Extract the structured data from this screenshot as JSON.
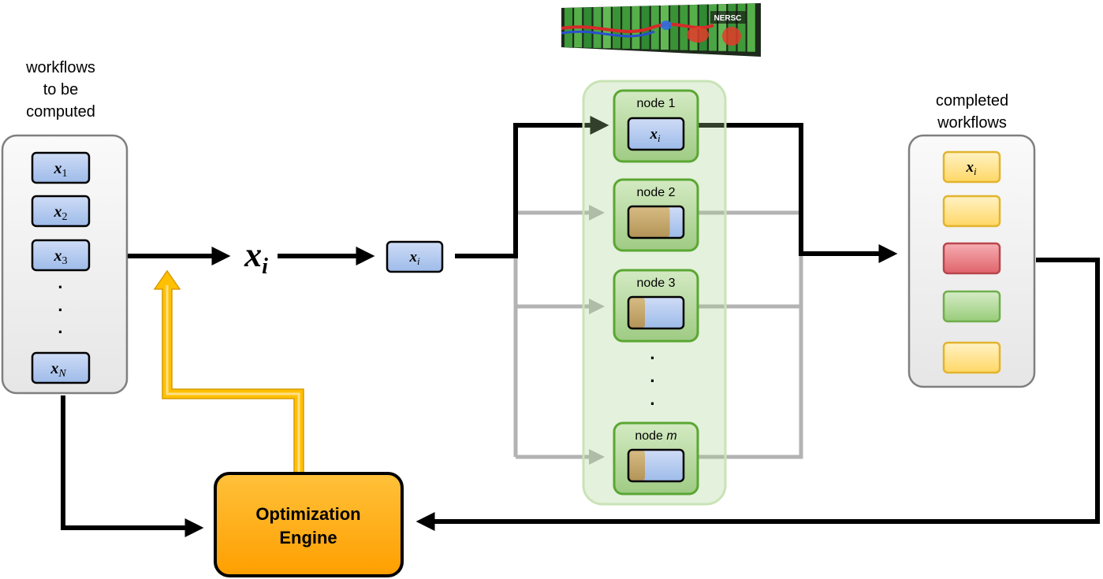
{
  "queue": {
    "title_lines": [
      "workflows",
      "to be",
      "computed"
    ],
    "items": [
      {
        "base": "x",
        "sub": "1"
      },
      {
        "base": "x",
        "sub": "2"
      },
      {
        "base": "x",
        "sub": "3"
      },
      {
        "base": "x",
        "sub": "N"
      }
    ],
    "ellipsis": [
      "·",
      "·",
      "·"
    ]
  },
  "flow": {
    "selected_big": {
      "base": "x",
      "sub": "i"
    },
    "selected_small": {
      "base": "x",
      "sub": "i"
    }
  },
  "cluster": {
    "banner_text": "NERSC",
    "nodes": [
      {
        "label": "node 1",
        "label_italic": "",
        "task": {
          "base": "x",
          "sub": "i"
        },
        "progress": 0
      },
      {
        "label": "node 2",
        "label_italic": "",
        "task": null,
        "progress": 0.75
      },
      {
        "label": "node 3",
        "label_italic": "",
        "task": null,
        "progress": 0.3
      },
      {
        "label": "node ",
        "label_italic": "m",
        "task": null,
        "progress": 0.3
      }
    ],
    "ellipsis": [
      "·",
      "·",
      "·"
    ]
  },
  "completed": {
    "title_lines": [
      "completed",
      "workflows"
    ],
    "items": [
      {
        "label": {
          "base": "x",
          "sub": "i"
        },
        "status": "yellow"
      },
      {
        "label": null,
        "status": "yellow"
      },
      {
        "label": null,
        "status": "red"
      },
      {
        "label": null,
        "status": "green"
      },
      {
        "label": null,
        "status": "yellow"
      }
    ]
  },
  "engine": {
    "label_lines": [
      "Optimization",
      "Engine"
    ]
  },
  "colors": {
    "arrow_main": "#000000",
    "arrow_idle": "#b3b3b3",
    "arrow_feedback": "#ffc000",
    "task_blue": "#a9c4ee",
    "node_green": "#a8d08d",
    "progress_tan": "#c2a56a",
    "status_yellow": "#ffe28a",
    "status_red": "#e8737a",
    "status_green": "#a8d28a",
    "engine_orange": "#ffa800"
  }
}
